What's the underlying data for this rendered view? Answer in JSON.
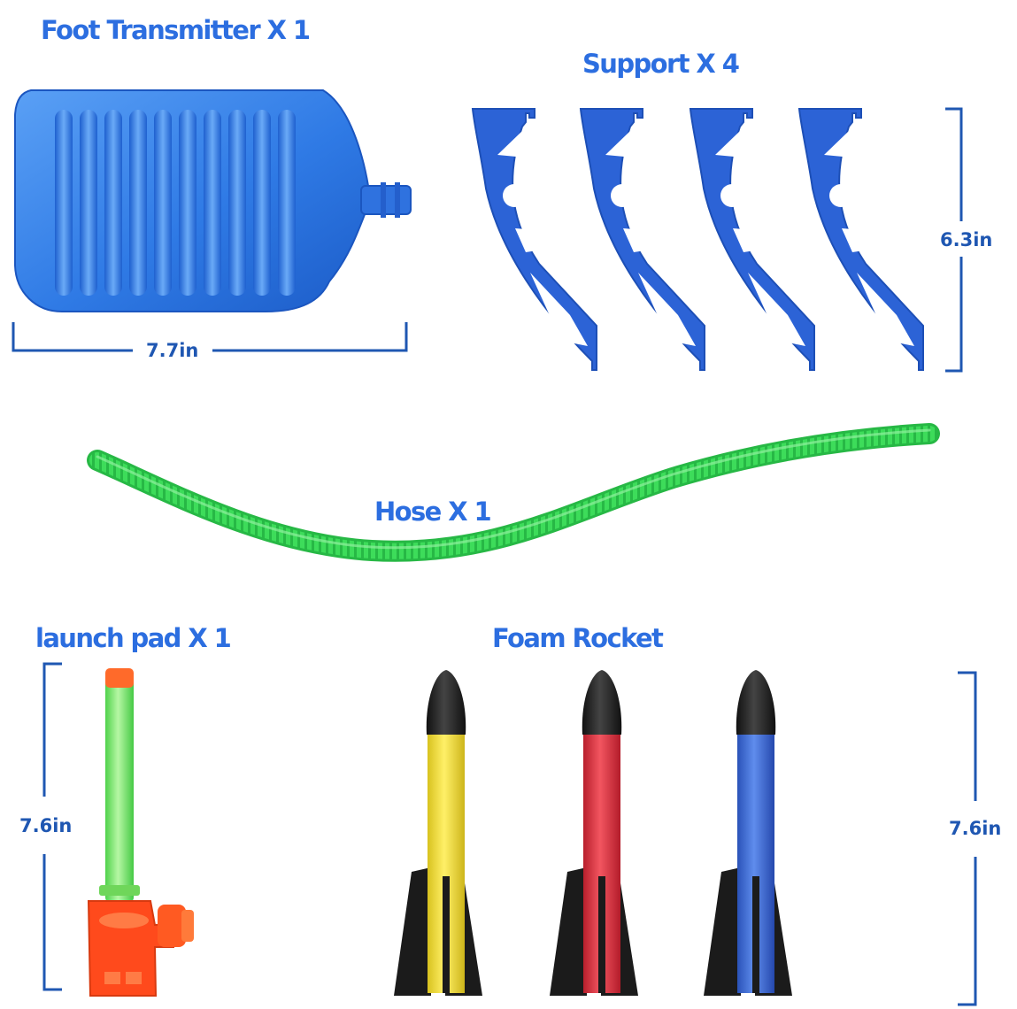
{
  "labels": {
    "foot_transmitter": "Foot Transmitter X 1",
    "support": "Support X 4",
    "hose": "Hose X 1",
    "launch_pad": "launch pad X 1",
    "foam_rocket": "Foam Rocket"
  },
  "dimensions": {
    "foot_transmitter_width": "7.7in",
    "support_height": "6.3in",
    "launch_pad_height": "7.6in",
    "rocket_height": "7.6in"
  },
  "colors": {
    "title_blue": "#2c6ee0",
    "dimension_blue": "#1f57b2",
    "pedal_blue": "#2f7ae5",
    "support_blue": "#2c63d6",
    "hose_green": "#3ddc5a",
    "tube_green": "#7be86a",
    "pad_orange": "#ff4a1c",
    "rocket_yellow": "#f3e03a",
    "rocket_red": "#e23440",
    "rocket_blue": "#3f6fd8",
    "foam_black": "#222222"
  },
  "counts": {
    "supports": 4,
    "rockets": 3
  }
}
